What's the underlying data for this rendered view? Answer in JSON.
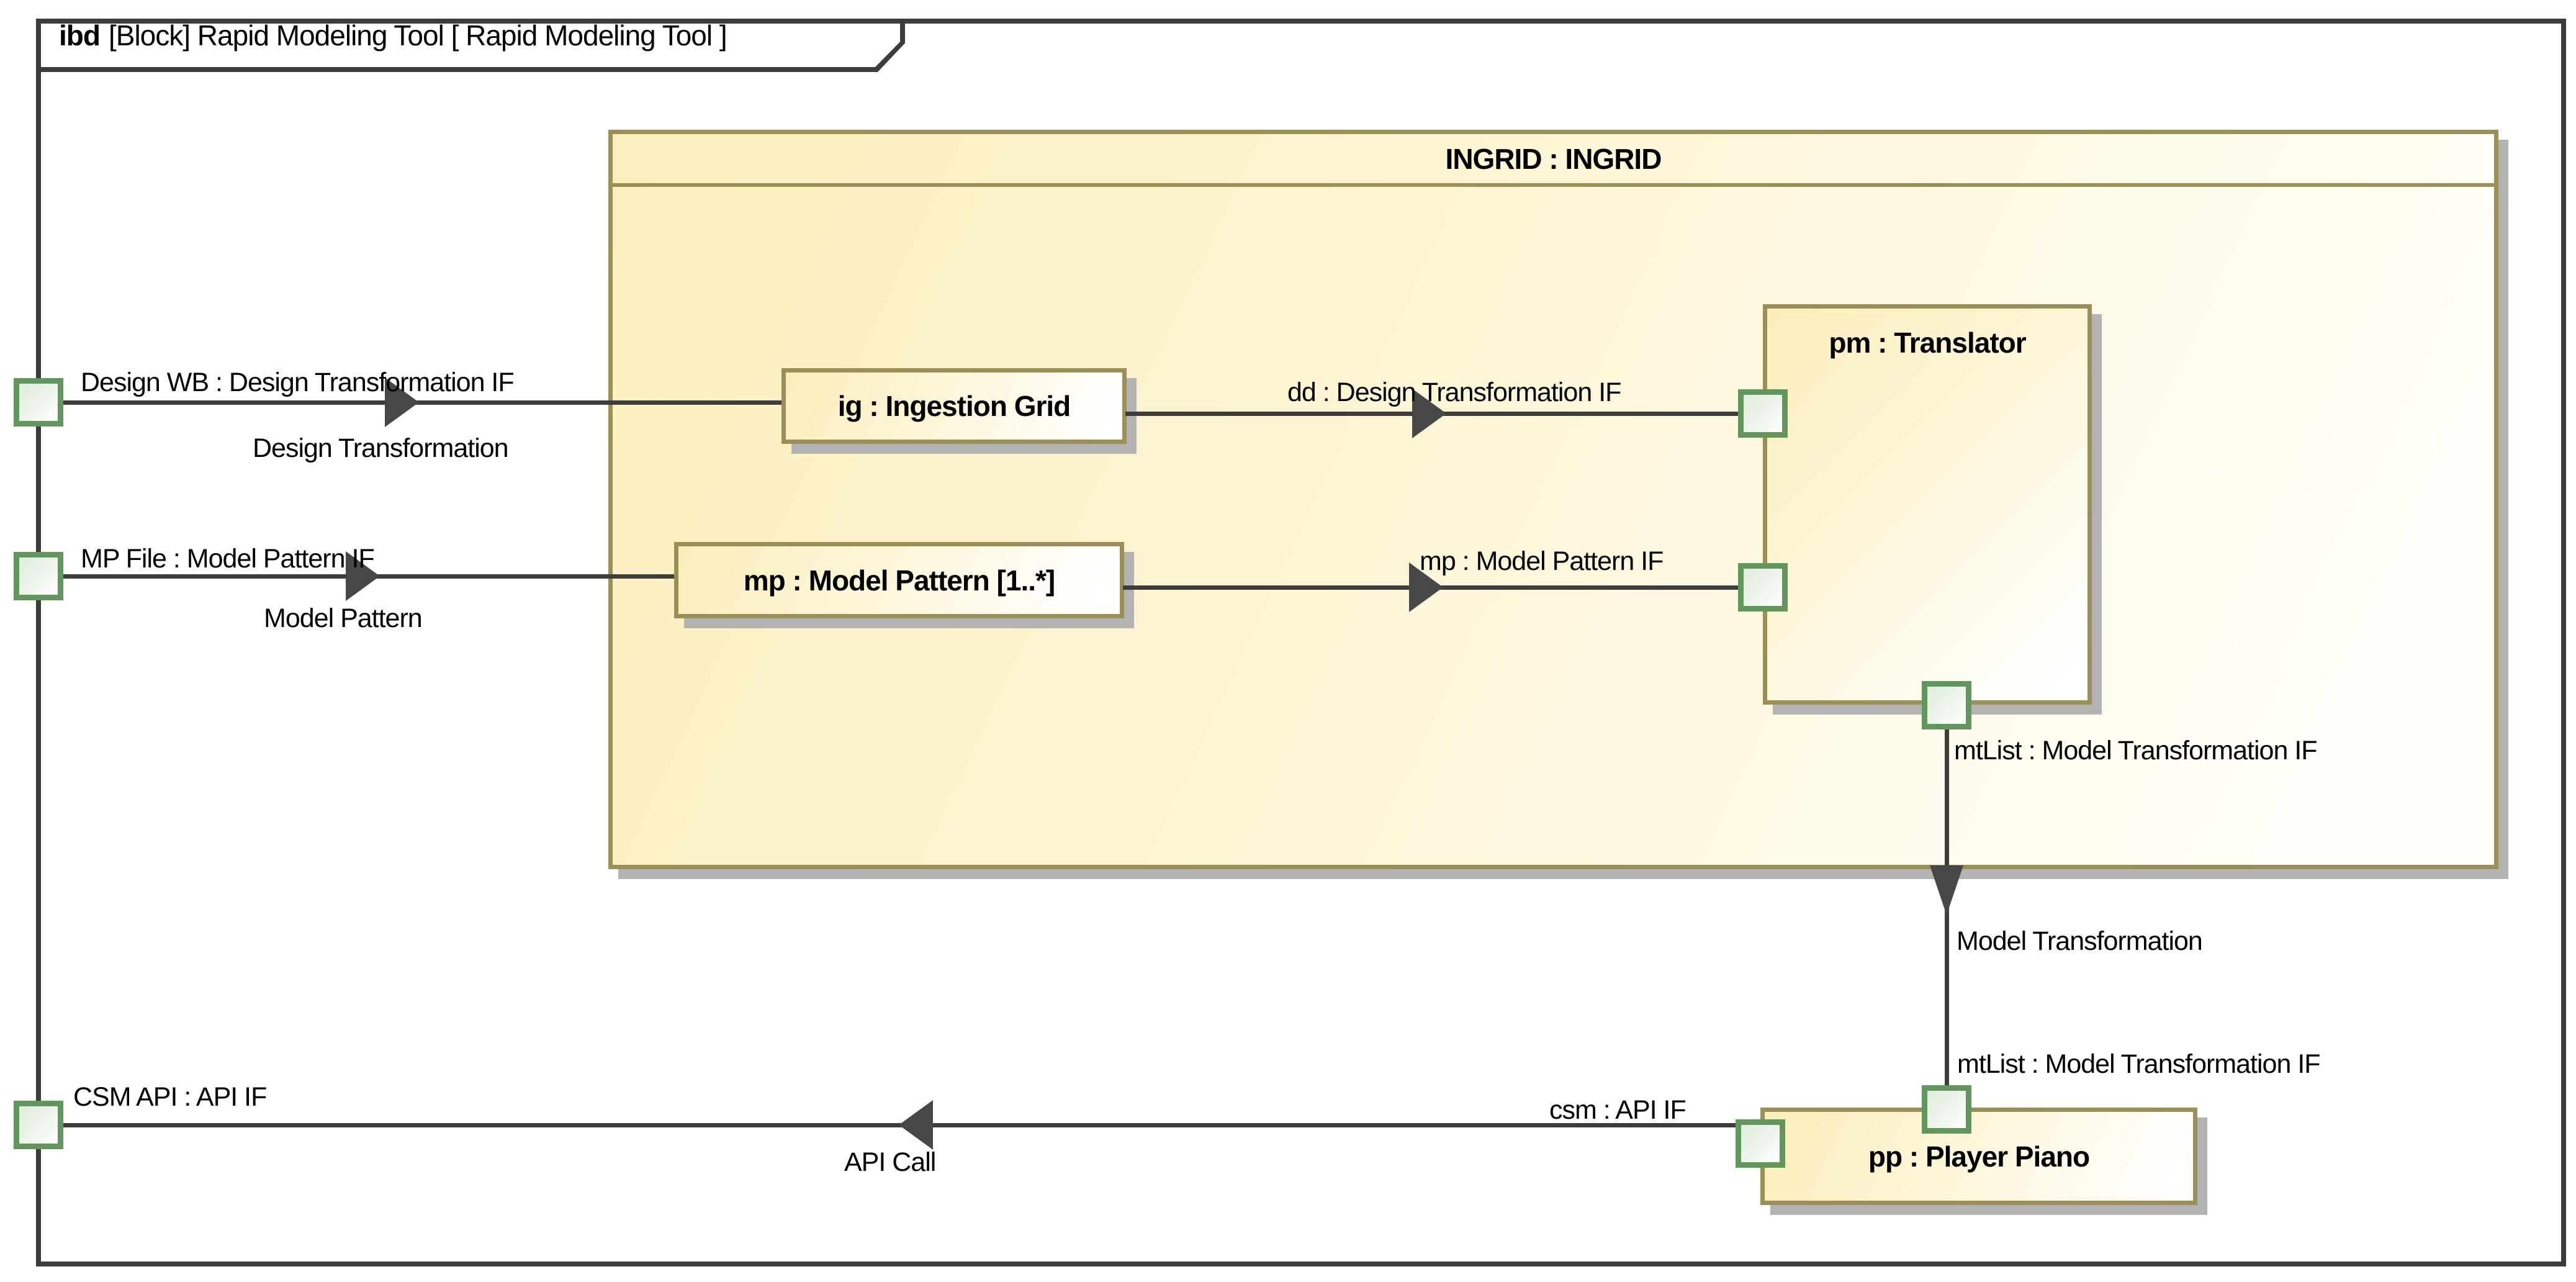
{
  "title": {
    "kind": "ibd",
    "rest": "[Block] Rapid Modeling Tool [ Rapid Modeling Tool ]"
  },
  "blocks": {
    "ingrid": {
      "label": "INGRID : INGRID"
    },
    "ig": {
      "label": "ig : Ingestion Grid"
    },
    "mp": {
      "label": "mp : Model Pattern [1..*]"
    },
    "pm": {
      "label": "pm : Translator"
    },
    "pp": {
      "label": "pp : Player Piano"
    }
  },
  "connectors": {
    "design": {
      "port_label": "Design WB : Design Transformation IF",
      "flow_label": "Design Transformation",
      "inner_label": "dd : Design Transformation IF"
    },
    "model_pattern": {
      "port_label": "MP File : Model Pattern IF",
      "flow_label": "Model Pattern",
      "inner_label": "mp : Model Pattern IF"
    },
    "model_transformation": {
      "source_label": "mtList : Model Transformation IF",
      "flow_label": "Model Transformation",
      "target_label": "mtList : Model Transformation IF"
    },
    "api": {
      "port_label": "CSM API : API IF",
      "flow_label": "API Call",
      "inner_label": "csm : API IF"
    }
  },
  "colors": {
    "frame_border": "#3c3c3c",
    "block_border": "#9a8f55",
    "block_fill": "#fbeebb",
    "port_border": "#60975a",
    "port_fill": "#dfecdb",
    "connector": "#3d3d3d",
    "shadow": "#b3b3b3"
  }
}
